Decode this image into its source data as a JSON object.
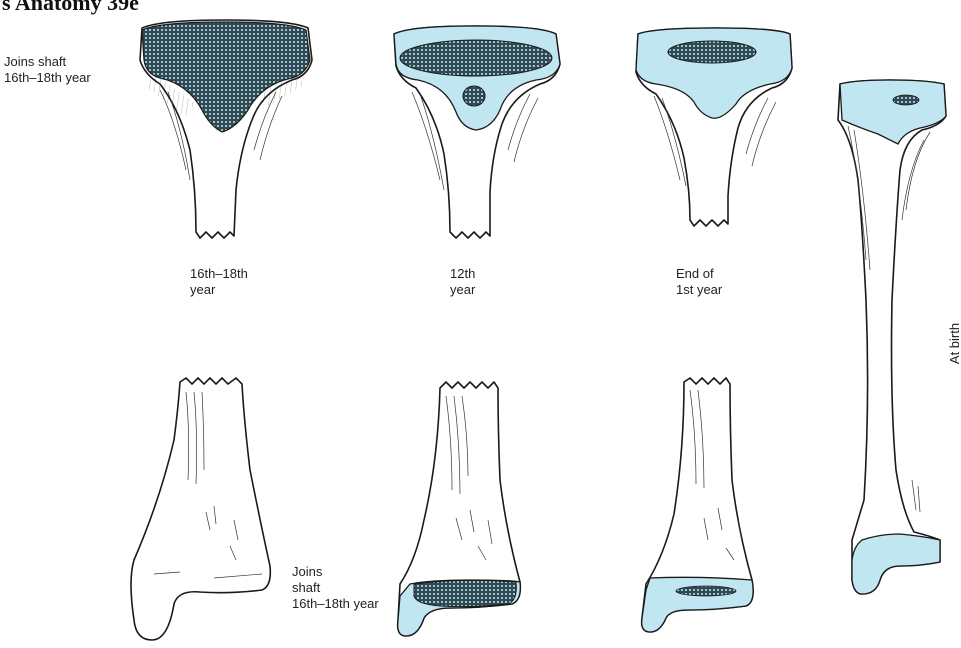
{
  "header": {
    "title": "s Anatomy 39e"
  },
  "colors": {
    "cartilage": "#bfe6f1",
    "ossification": "#3c5a66",
    "outline": "#1a1a1a"
  },
  "labels": {
    "joins_shaft_top": [
      "Joins shaft",
      "16th–18th year"
    ],
    "age_16_18": [
      "16th–18th",
      "year"
    ],
    "age_12": [
      "12th",
      "year"
    ],
    "age_1": [
      "End of",
      "1st year"
    ],
    "at_birth": "At birth",
    "joins_shaft_bottom": [
      "Joins",
      "shaft",
      "16th–18th year"
    ]
  }
}
